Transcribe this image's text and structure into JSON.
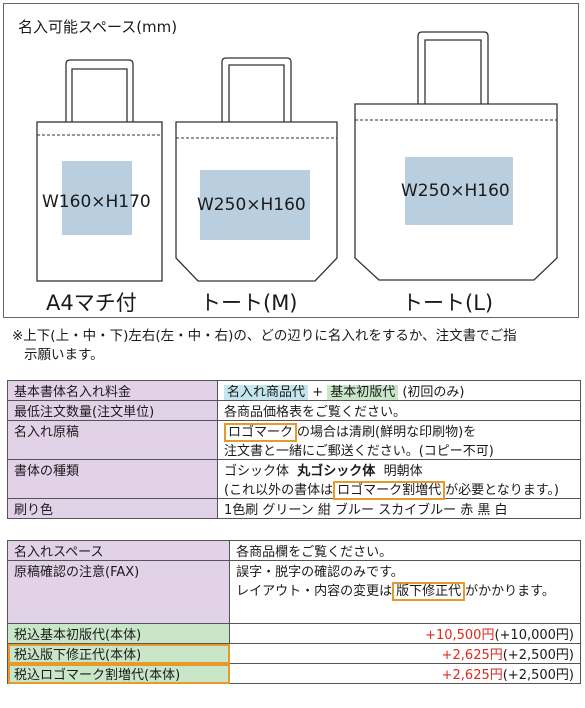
{
  "panel": {
    "title": "名入可能スペース(mm)",
    "bags": [
      {
        "label": "A4マチ付",
        "dimensions": "W160×H170"
      },
      {
        "label": "トート(M)",
        "dimensions": "W250×H160"
      },
      {
        "label": "トート(L)",
        "dimensions": "W250×H160"
      }
    ]
  },
  "note": {
    "line1": "※上下(上・中・下)左右(左・中・右)の、どの辺りに名入れをするか、注文書でご指",
    "line2": "示願います。"
  },
  "table1": {
    "rows": [
      {
        "label": "基本書体名入れ料金",
        "value_parts": [
          "名入れ商品代",
          "+",
          "基本初版代",
          "(初回のみ)"
        ]
      },
      {
        "label": "最低注文数量(注文単位)",
        "value": "各商品価格表をご覧ください。"
      },
      {
        "label": "名入れ原稿",
        "value_parts": [
          "ロゴマーク",
          "の場合は清刷(鮮明な印刷物)を"
        ],
        "value_line2": "注文書と一緒にご郵送ください。(コピー不可)"
      },
      {
        "label": "書体の種類",
        "value_parts": [
          "ゴシック体",
          "丸ゴシック体",
          "明朝体"
        ],
        "value_line2_parts": [
          "(これ以外の書体は",
          "ロゴマーク割増代",
          "が必要となります。)"
        ]
      },
      {
        "label": "刷り色",
        "value": "1色刷 グリーン 紺 ブルー スカイブルー 赤 黒 白"
      }
    ]
  },
  "table2": {
    "rows": [
      {
        "label": "名入れスペース",
        "value": "各商品欄をご覧ください。"
      },
      {
        "label": "原稿確認の注意(FAX)",
        "value": "誤字・脱字の確認のみです。",
        "value_line2_parts": [
          "レイアウト・内容の変更は",
          "版下修正代",
          "がかかります。"
        ]
      }
    ],
    "prices": [
      {
        "label": "税込基本初版代(本体)",
        "price": "+10,500円",
        "base": "(+10,000円)"
      },
      {
        "label": "税込版下修正代(本体)",
        "price": "+2,625円",
        "base": "(+2,500円)"
      },
      {
        "label": "税込ロゴマーク割増代(本体)",
        "price": "+2,625円",
        "base": "(+2,500円)"
      }
    ]
  },
  "colors": {
    "print_area": "#b9cfe0",
    "purple": "#e2d2e8",
    "green": "#c9e6c9",
    "orange": "#e59a2b",
    "red": "#e0281c"
  }
}
